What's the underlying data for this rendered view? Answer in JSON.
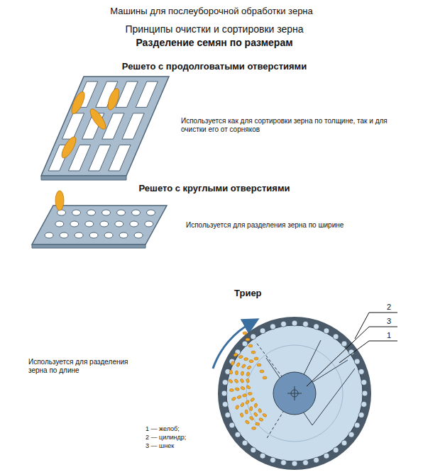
{
  "diagram": {
    "title": "Машины для послеуборочной обработки зерна",
    "labels": [
      "Принципы очистки и сортировки зерна",
      "Разделение семян по размерам",
      "Решето с продолговатыми отверстиями",
      "Используется как для сортировки зерна по толщине, так и для очистки его от сорняков",
      "Решето с круглыми отверстиями",
      "Используется для разделения зерна по ширине",
      "Триер",
      "Используется для разделения зерна по длине",
      "2",
      "3",
      "1",
      "1 — желоб;",
      "2 — цилиндр;",
      "3 — шнек"
    ]
  }
}
